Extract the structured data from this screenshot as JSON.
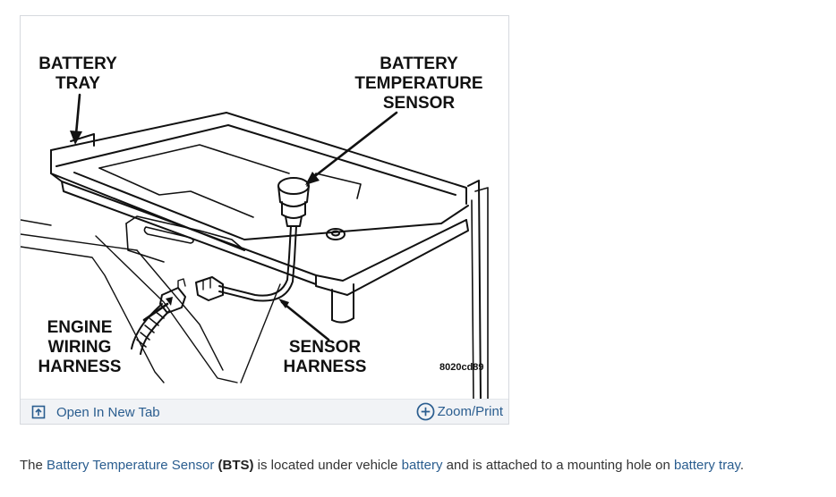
{
  "figure": {
    "labels": {
      "battery_tray": [
        "BATTERY",
        "TRAY"
      ],
      "battery_temperature_sensor": [
        "BATTERY",
        "TEMPERATURE",
        "SENSOR"
      ],
      "engine_wiring_harness": [
        "ENGINE",
        "WIRING",
        "HARNESS"
      ],
      "sensor_harness": [
        "SENSOR",
        "HARNESS"
      ],
      "figure_code": "8020cd89"
    }
  },
  "toolbar": {
    "open_label": "Open In New Tab",
    "zoom_label": "Zoom/Print",
    "open_icon": "open-in-new-tab-icon",
    "zoom_icon": "plus-circle-icon"
  },
  "caption": {
    "t1": "The ",
    "link1": "Battery Temperature Sensor",
    "t2": " ",
    "bold": "(BTS)",
    "t3": " is located under vehicle ",
    "link2": "battery",
    "t4": " and is attached to a mounting hole on ",
    "link3": "battery tray",
    "t5": "."
  },
  "colors": {
    "link": "#2a5d8f",
    "bar_bg": "#f1f3f6",
    "border": "#d6d9de"
  }
}
